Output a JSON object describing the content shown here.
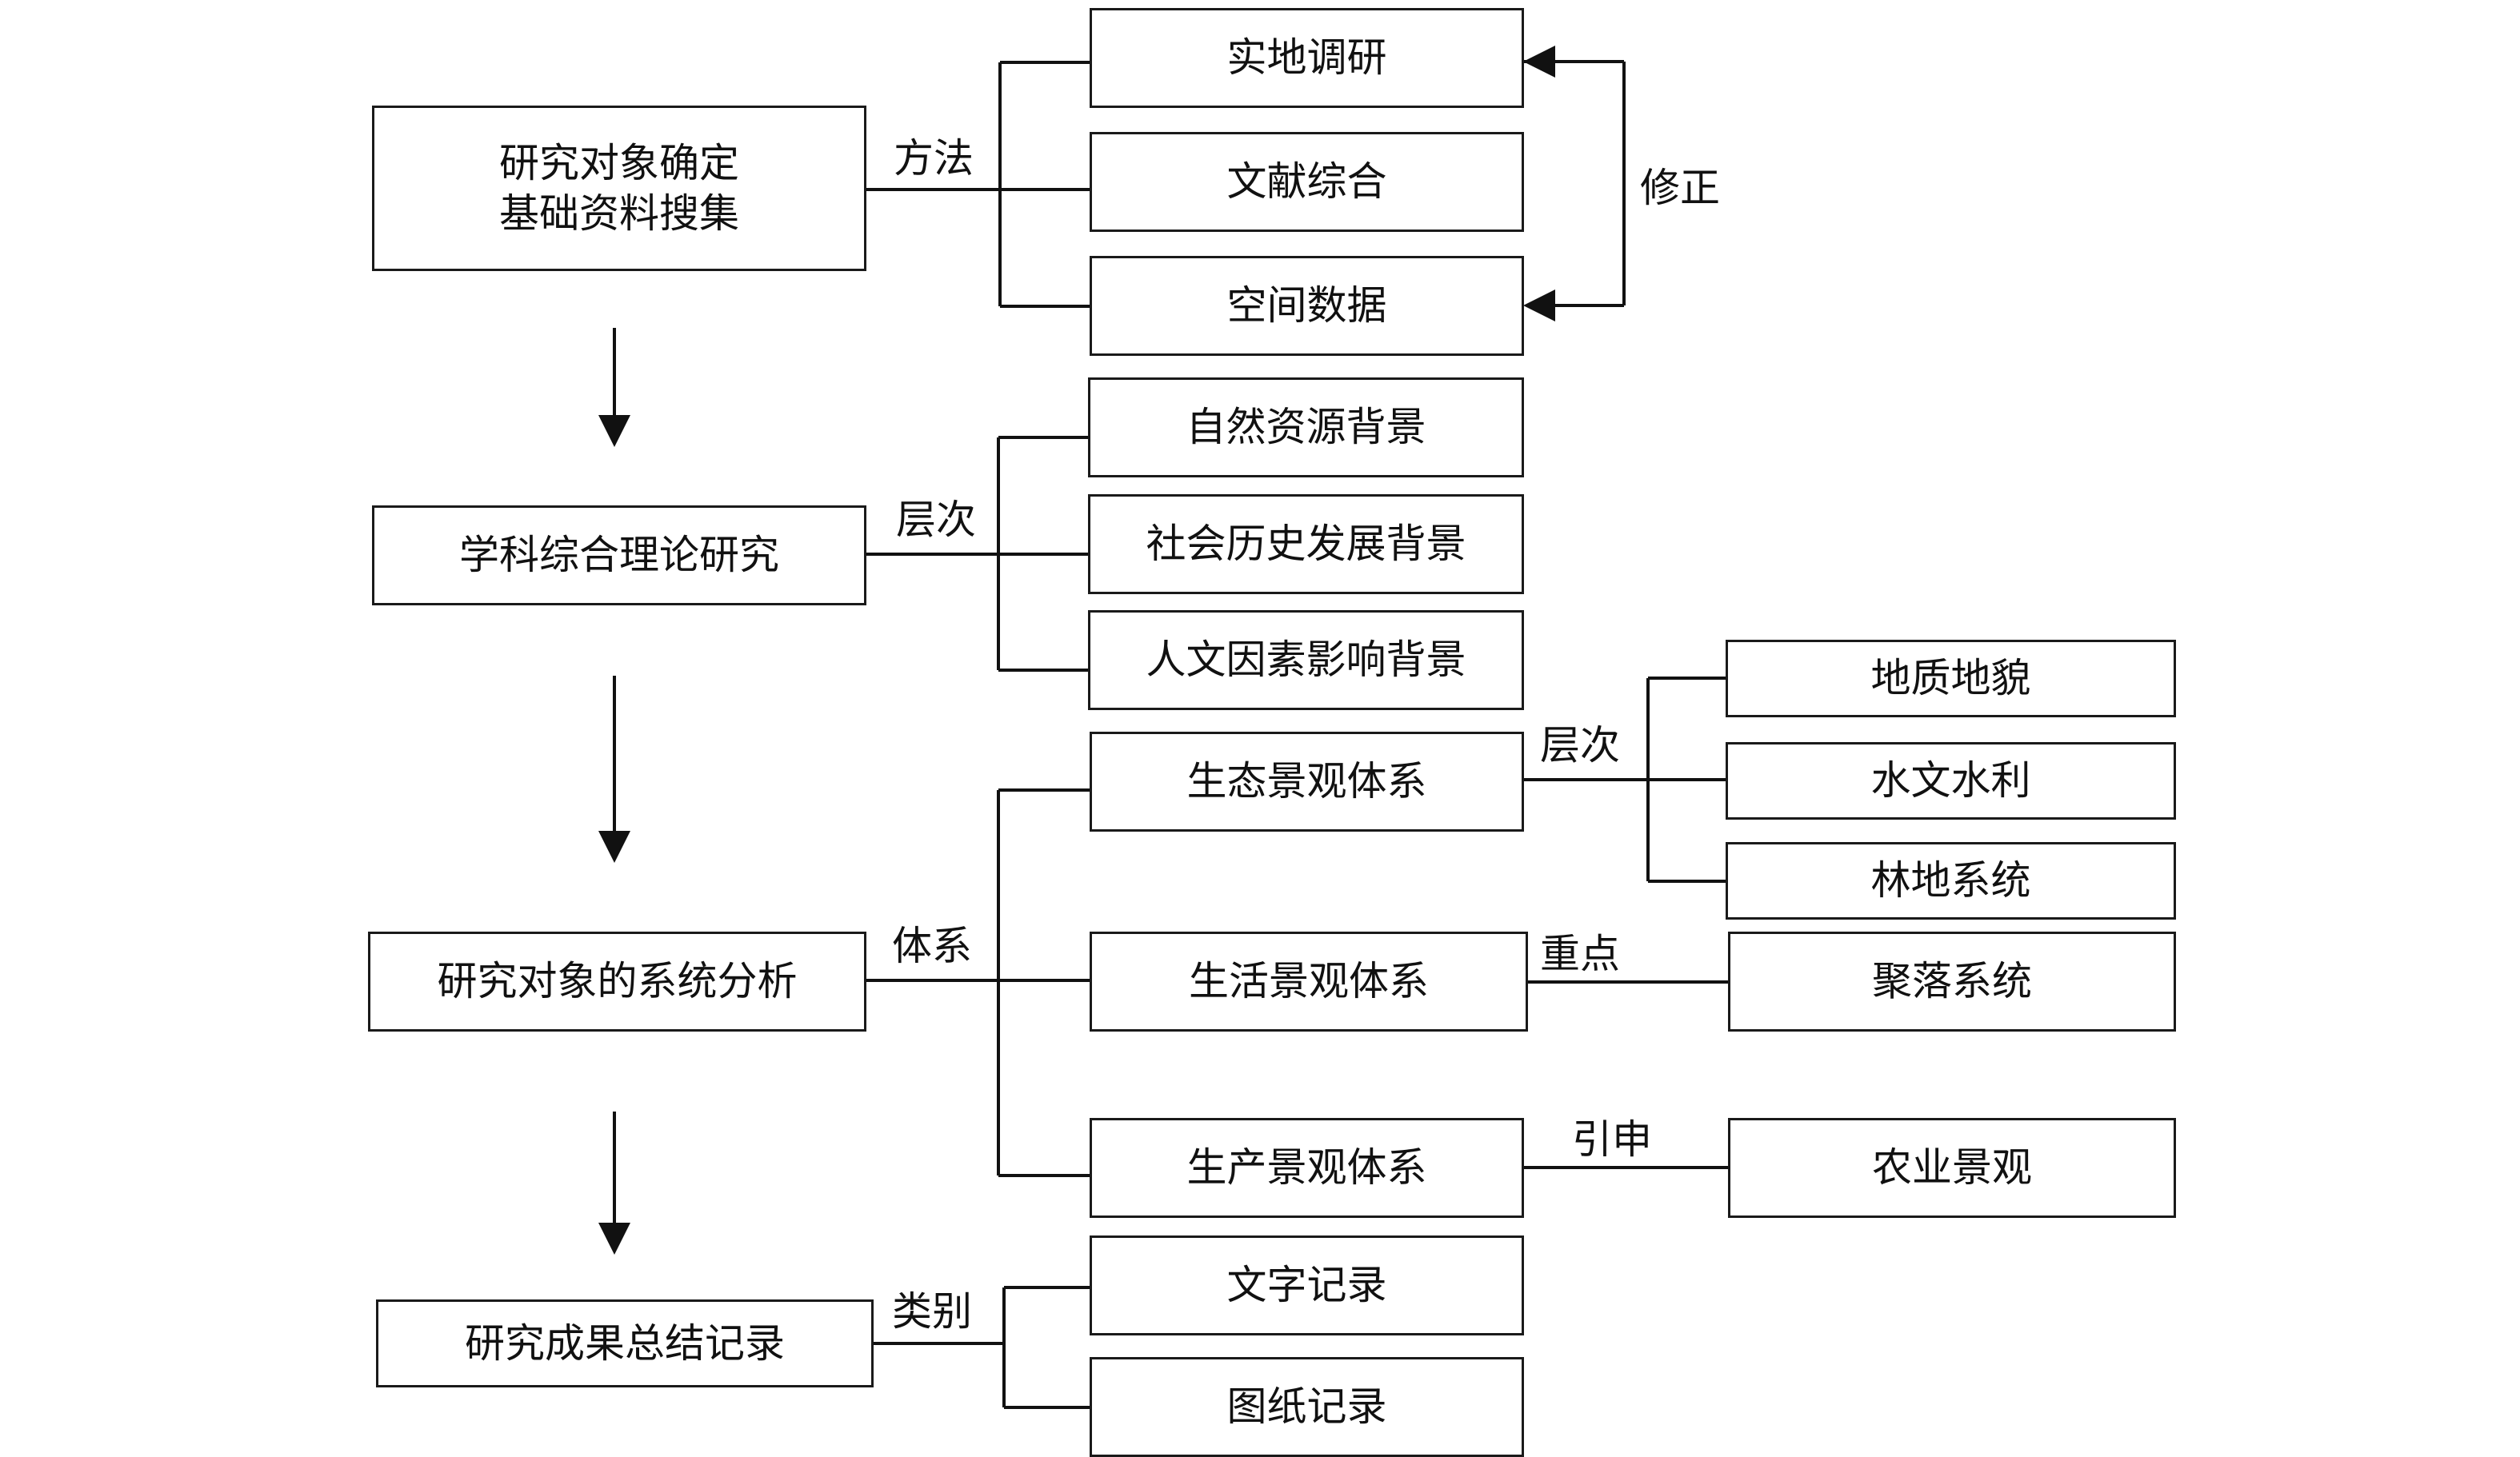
{
  "main_steps": [
    {
      "line1": "研究对象确定",
      "line2": "基础资料搜集"
    },
    {
      "line1": "学科综合理论研究",
      "line2": ""
    },
    {
      "line1": "研究对象的系统分析",
      "line2": ""
    },
    {
      "line1": "研究成果总结记录",
      "line2": ""
    }
  ],
  "branch_labels": {
    "methods": "方法",
    "levels": "层次",
    "system": "体系",
    "categories": "类别",
    "revise": "修正"
  },
  "methods": [
    "实地调研",
    "文献综合",
    "空间数据"
  ],
  "backgrounds": [
    "自然资源背景",
    "社会历史发展背景",
    "人文因素影响背景"
  ],
  "landscape_systems": [
    "生态景观体系",
    "生活景观体系",
    "生产景观体系"
  ],
  "sub_labels": {
    "ecological": "层次",
    "living": "重点",
    "production": "引申"
  },
  "ecological_items": [
    "地质地貌",
    "水文水利",
    "林地系统"
  ],
  "living_items": [
    "聚落系统"
  ],
  "production_items": [
    "农业景观"
  ],
  "records": [
    "文字记录",
    "图纸记录"
  ]
}
